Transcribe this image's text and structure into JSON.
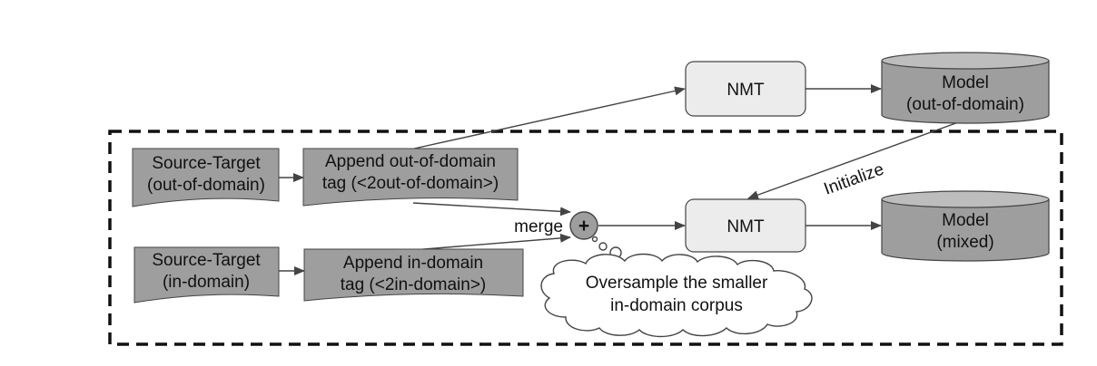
{
  "colors": {
    "doc_fill": "#9e9e9e",
    "nmt_fill": "#ececec",
    "model_fill": "#9e9e9e",
    "model_top": "#bdbdbd",
    "stroke": "#444444",
    "line": "#444444"
  },
  "nodes": {
    "src_out": {
      "line1": "Source-Target",
      "line2": "(out-of-domain)"
    },
    "append_out": {
      "line1": "Append out-of-domain",
      "line2": "tag (<2out-of-domain>)"
    },
    "src_in": {
      "line1": "Source-Target",
      "line2": "(in-domain)"
    },
    "append_in": {
      "line1": "Append in-domain",
      "line2": "tag (<2in-domain>)"
    },
    "nmt_top": {
      "label": "NMT"
    },
    "nmt_mid": {
      "label": "NMT"
    },
    "model_out": {
      "line1": "Model",
      "line2": "(out-of-domain)"
    },
    "model_mixed": {
      "line1": "Model",
      "line2": "(mixed)"
    },
    "merge": {
      "label": "merge",
      "symbol": "+"
    },
    "thought": {
      "line1": "Oversample the smaller",
      "line2": "in-domain corpus"
    }
  },
  "edges": {
    "initialize": {
      "label": "Initialize"
    }
  }
}
